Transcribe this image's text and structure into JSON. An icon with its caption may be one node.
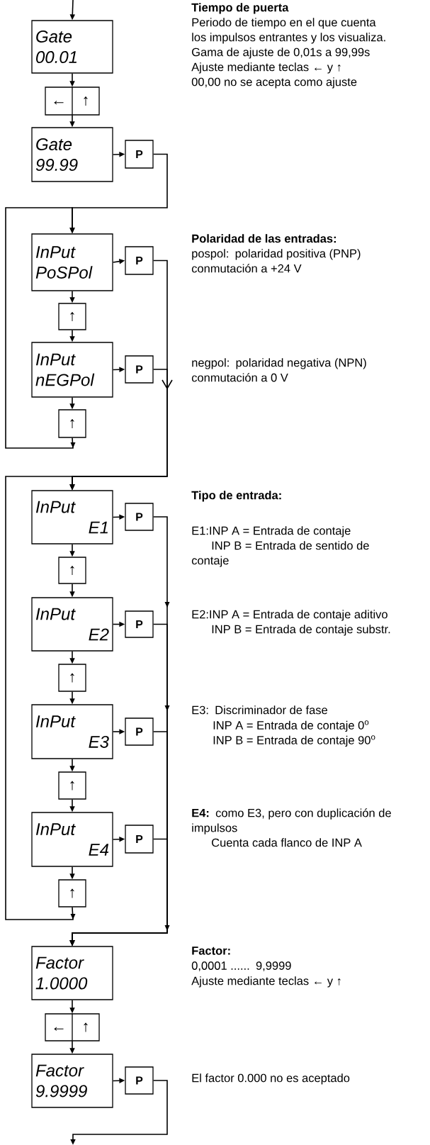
{
  "diagram": {
    "nodes": [
      {
        "text": [
          "Gate",
          "00.01"
        ]
      },
      {
        "text": [
          "←",
          "↑"
        ]
      },
      {
        "text": [
          "Gate",
          "99.99"
        ]
      },
      {
        "text": [
          "P"
        ]
      },
      {
        "text": [
          "InPut",
          "PoSPol"
        ]
      },
      {
        "text": [
          "P"
        ]
      },
      {
        "text": [
          "↑"
        ]
      },
      {
        "text": [
          "InPut",
          "nEGPol"
        ]
      },
      {
        "text": [
          "P"
        ]
      },
      {
        "text": [
          "↑"
        ]
      },
      {
        "text": [
          "InPut",
          "E1"
        ]
      },
      {
        "text": [
          "P"
        ]
      },
      {
        "text": [
          "↑"
        ]
      },
      {
        "text": [
          "InPut",
          "E2"
        ]
      },
      {
        "text": [
          "P"
        ]
      },
      {
        "text": [
          "↑"
        ]
      },
      {
        "text": [
          "InPut",
          "E3"
        ]
      },
      {
        "text": [
          "P"
        ]
      },
      {
        "text": [
          "↑"
        ]
      },
      {
        "text": [
          "InPut",
          "E4"
        ]
      },
      {
        "text": [
          "P"
        ]
      },
      {
        "text": [
          "↑"
        ]
      },
      {
        "text": [
          "Factor",
          "1.0000"
        ]
      },
      {
        "text": [
          "←",
          "↑"
        ]
      },
      {
        "text": [
          "Factor",
          "9.9999"
        ]
      },
      {
        "text": [
          "P"
        ]
      }
    ],
    "edges": [
      {
        "from": null,
        "to": 0,
        "arrow": "to"
      },
      {
        "from": 0,
        "to": 1,
        "arrow": "to"
      },
      {
        "from": 1,
        "to": 2,
        "arrow": "to"
      },
      {
        "from": 2,
        "to": 3,
        "arrow": "to"
      },
      {
        "from": 3,
        "to": 4,
        "arrow": "to"
      },
      {
        "from": 4,
        "to": 5,
        "arrow": "to"
      },
      {
        "from": 4,
        "to": 6,
        "arrow": "to"
      },
      {
        "from": 6,
        "to": 7,
        "arrow": "to"
      },
      {
        "from": 7,
        "to": 8,
        "arrow": "to"
      },
      {
        "from": 7,
        "to": 9,
        "arrow": "to"
      },
      {
        "from": 9,
        "to": 4,
        "arrow": "to"
      },
      {
        "from": 5,
        "to": 10,
        "arrow": "to"
      },
      {
        "from": 8,
        "to": 10,
        "arrow": "to"
      },
      {
        "from": 10,
        "to": 11,
        "arrow": "to"
      },
      {
        "from": 10,
        "to": 12,
        "arrow": "to"
      },
      {
        "from": 12,
        "to": 13,
        "arrow": "to"
      },
      {
        "from": 13,
        "to": 14,
        "arrow": "to"
      },
      {
        "from": 13,
        "to": 15,
        "arrow": "to"
      },
      {
        "from": 15,
        "to": 16,
        "arrow": "to"
      },
      {
        "from": 16,
        "to": 17,
        "arrow": "to"
      },
      {
        "from": 16,
        "to": 18,
        "arrow": "to"
      },
      {
        "from": 18,
        "to": 19,
        "arrow": "to"
      },
      {
        "from": 19,
        "to": 20,
        "arrow": "to"
      },
      {
        "from": 19,
        "to": 21,
        "arrow": "to"
      },
      {
        "from": 21,
        "to": 10,
        "arrow": "to"
      },
      {
        "from": 11,
        "to": 22,
        "arrow": "to"
      },
      {
        "from": 14,
        "to": 22,
        "arrow": "to"
      },
      {
        "from": 17,
        "to": 22,
        "arrow": "to"
      },
      {
        "from": 20,
        "to": 22,
        "arrow": "to"
      },
      {
        "from": 22,
        "to": 23,
        "arrow": "to"
      },
      {
        "from": 23,
        "to": 24,
        "arrow": "to"
      },
      {
        "from": 24,
        "to": 25,
        "arrow": "to"
      },
      {
        "from": 25,
        "to": null,
        "arrow": "to"
      }
    ],
    "labels": [
      "Tiempo de puerta",
      "Periodo de tiempo en el que cuenta los impulsos entrantes y los visualiza.",
      "Gama de ajuste de 0,01s a 99,99s",
      "Ajuste mediante teclas ← y ↑",
      "00,00 no se acepta como ajuste",
      "Polaridad de las entradas:",
      "pospol: polaridad positiva (PNP)",
      "conmutación a +24 V",
      "negpol: polaridad negativa (NPN)",
      "conmutación a 0 V",
      "Tipo de entrada:",
      "E1:INP A = Entrada de contaje",
      "INP B = Entrada de sentido de contaje",
      "E2:INP A = Entrada de contaje aditivo",
      "INP B = Entrada de contaje substr.",
      "E3: Discriminador de fase",
      "INP A = Entrada de contaje 0$^{o}$",
      "INP B = Entrada de contaje 90$^{o}$",
      "**E4:** como E3, pero con duplicación de impulsos",
      "Cuenta cada flanco de INP A",
      "Factor:",
      "0,0001 ...... 9,9999",
      "Ajuste mediante teclas ← y ↑",
      "El factor 0.000 no es aceptado"
    ]
  }
}
